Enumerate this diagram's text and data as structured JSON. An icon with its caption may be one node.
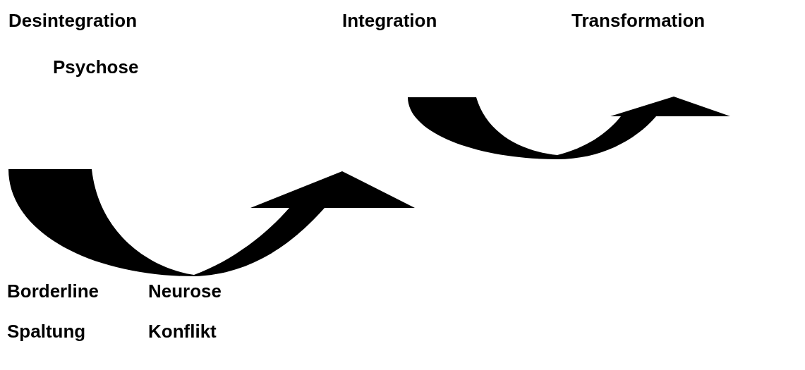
{
  "diagram": {
    "labels": [
      "Desintegration",
      "Integration",
      "Transformation",
      "Psychose",
      "Borderline",
      "Neurose",
      "Spaltung",
      "Konflikt"
    ]
  }
}
